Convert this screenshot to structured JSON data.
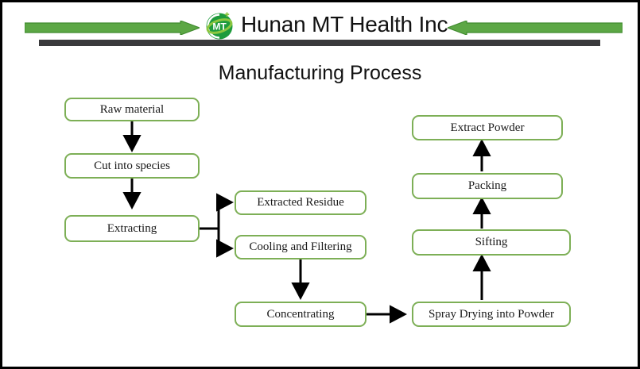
{
  "header": {
    "brand_title": "Hunan MT Health Inc",
    "logo_text": "MT",
    "logo_icon": "company-logo-green-circle",
    "left_arrow_icon": "arrow-right-bar",
    "right_arrow_icon": "arrow-left-bar",
    "colors": {
      "arrow_green": "#5CA745",
      "arrow_green_dark": "#3F8A2E",
      "divider_gray": "#3a3a3c",
      "logo_green_dark": "#1E9B3C",
      "logo_green_light": "#8CC63F",
      "border_black": "#000000"
    }
  },
  "chart_title": "Manufacturing Process",
  "flowchart": {
    "node_border_color": "#7DAF56",
    "nodes": [
      {
        "id": "raw-material",
        "label": "Raw material"
      },
      {
        "id": "cut-into-species",
        "label": "Cut into species"
      },
      {
        "id": "extracting",
        "label": "Extracting"
      },
      {
        "id": "extracted-residue",
        "label": "Extracted Residue"
      },
      {
        "id": "cooling-filtering",
        "label": "Cooling and Filtering"
      },
      {
        "id": "concentrating",
        "label": "Concentrating"
      },
      {
        "id": "spray-drying",
        "label": "Spray Drying into Powder"
      },
      {
        "id": "sifting",
        "label": "Sifting"
      },
      {
        "id": "packing",
        "label": "Packing"
      },
      {
        "id": "extract-powder",
        "label": "Extract Powder"
      }
    ],
    "edges": [
      {
        "from": "raw-material",
        "to": "cut-into-species",
        "direction": "down"
      },
      {
        "from": "cut-into-species",
        "to": "extracting",
        "direction": "down"
      },
      {
        "from": "extracting",
        "to": "extracted-residue",
        "direction": "branch-up-right"
      },
      {
        "from": "extracting",
        "to": "cooling-filtering",
        "direction": "branch-down-right"
      },
      {
        "from": "cooling-filtering",
        "to": "concentrating",
        "direction": "down"
      },
      {
        "from": "concentrating",
        "to": "spray-drying",
        "direction": "right"
      },
      {
        "from": "spray-drying",
        "to": "sifting",
        "direction": "up"
      },
      {
        "from": "sifting",
        "to": "packing",
        "direction": "up"
      },
      {
        "from": "packing",
        "to": "extract-powder",
        "direction": "up"
      }
    ]
  }
}
